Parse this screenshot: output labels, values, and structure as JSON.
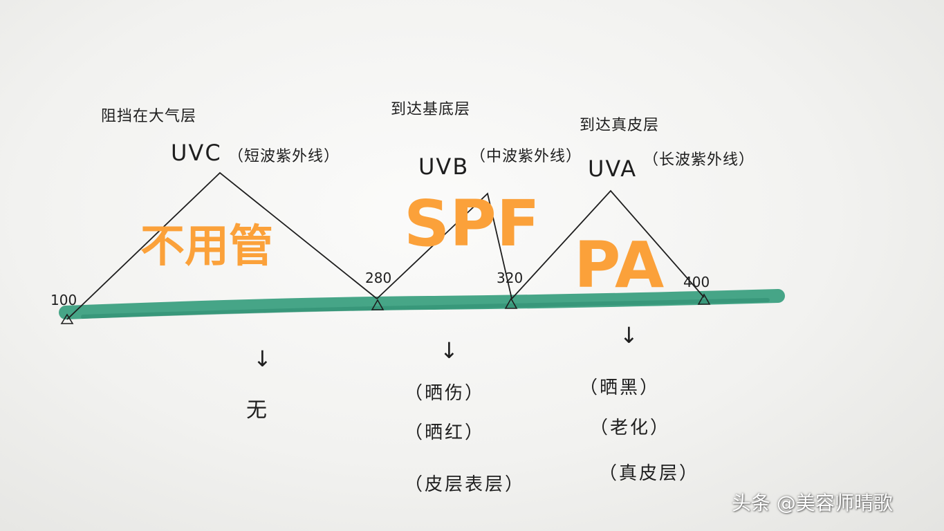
{
  "colors": {
    "orange": "#fba13a",
    "green_band": "#2d9a78",
    "ink": "#1e1e1e"
  },
  "bands": [
    {
      "name": "UVC",
      "note_top": "阻挡在大气层",
      "note_side": "（短波紫外线）",
      "overlay": "不用管",
      "effects": [
        "无"
      ]
    },
    {
      "name": "UVB",
      "note_top": "到达基底层",
      "note_side": "（中波紫外线）",
      "overlay": "SPF",
      "effects": [
        "（晒伤）",
        "（晒红）",
        "（皮层表层）"
      ]
    },
    {
      "name": "UVA",
      "note_top": "到达真皮层",
      "note_side": "（长波紫外线）",
      "overlay": "PA",
      "effects": [
        "（晒黑）",
        "（老化）",
        "（真皮层）"
      ]
    }
  ],
  "ticks": [
    "100",
    "280",
    "320",
    "400"
  ],
  "arrows": [
    "↓",
    "↓",
    "↓"
  ],
  "watermark": "头条 @美容师晴歌"
}
